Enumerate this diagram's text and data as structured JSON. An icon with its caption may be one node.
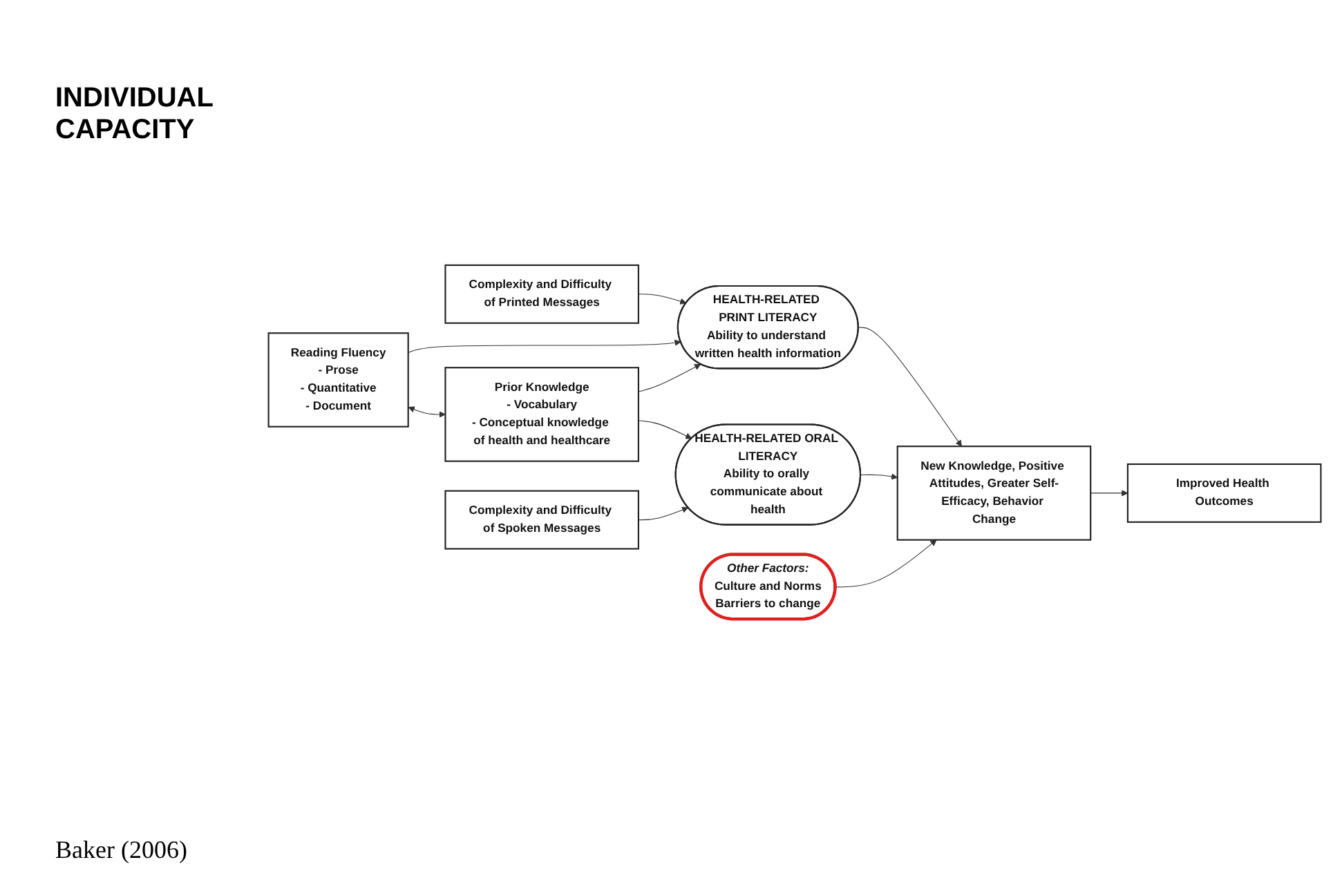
{
  "diagram": {
    "nodes": [
      {
        "text": [
          "Complexity and Difficulty of Printed Messages"
        ]
      },
      {
        "text": [
          "Reading Fluency",
          "- Prose",
          "- Quantitative",
          "- Document"
        ]
      },
      {
        "text": [
          "HEALTH-RELATED PRINT LITERACY",
          "Ability to understand written health information"
        ]
      },
      {
        "text": [
          "Other Factors:",
          "Culture and Norms",
          "Barriers to change"
        ]
      },
      {
        "text": [
          "New Knowledge, Positive Attitudes, Greater Self-Efficacy, Behavior Change"
        ]
      },
      {
        "text": [
          "Improved Health Outcomes"
        ]
      },
      {
        "text": [
          "Prior Knowledge",
          "- Vocabulary",
          "- Conceptual knowledge of health and healthcare"
        ]
      },
      {
        "text": [
          "HEALTH-RELATED ORAL LITERACY",
          "Ability to orally communicate about health"
        ]
      },
      {
        "text": [
          "Complexity and Difficulty of Spoken Messages"
        ]
      }
    ],
    "edges": [
      {
        "from": 0,
        "to": 2,
        "arrow": "to"
      },
      {
        "from": 1,
        "to": 2,
        "arrow": "to"
      },
      {
        "from": 1,
        "to": 6,
        "arrow": "both"
      },
      {
        "from": 6,
        "to": 2,
        "arrow": "to"
      },
      {
        "from": 6,
        "to": 7,
        "arrow": "to"
      },
      {
        "from": 8,
        "to": 7,
        "arrow": "to"
      },
      {
        "from": 2,
        "to": 4,
        "arrow": "to"
      },
      {
        "from": 7,
        "to": 4,
        "arrow": "to"
      },
      {
        "from": 3,
        "to": 4,
        "arrow": "to"
      },
      {
        "from": 4,
        "to": 5,
        "arrow": "to"
      }
    ],
    "labels": [
      "INDIVIDUAL CAPACITY",
      "Baker (2006)"
    ]
  }
}
